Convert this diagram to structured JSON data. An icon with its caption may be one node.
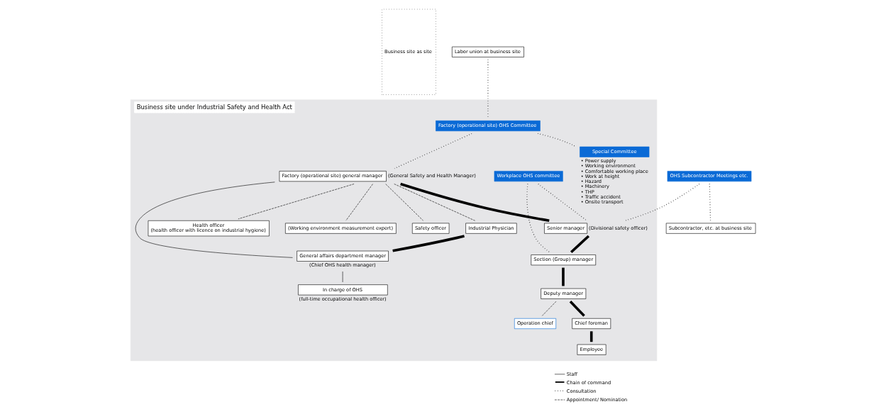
{
  "diagram": {
    "nodes": [
      {
        "text": [
          "Business site as site"
        ]
      },
      {
        "text": [
          "Business site under Industrial Safety and Health Act"
        ]
      },
      {
        "text": [
          "Labor union at business site"
        ]
      },
      {
        "text": [
          "Factory (operational site) OHS Committee"
        ],
        "in": 1
      },
      {
        "text": [
          "Special Committee"
        ],
        "in": 1,
        "beside": [
          "• Power supply",
          "• Working environment",
          "• Comfortable working place",
          "• Work at height",
          "• Hazard",
          "• Machinery",
          "• THP",
          "• Traffic accident",
          "• Onsite transport"
        ]
      },
      {
        "text": [
          "Factory (operational site) general manager"
        ],
        "in": 1,
        "beside": [
          "(General Safety and Health Manager)"
        ]
      },
      {
        "text": [
          "Industrial Physician"
        ],
        "in": 1
      },
      {
        "text": [
          "Health officer",
          "(health officer with licence on industrial hygiene)"
        ],
        "in": 1
      },
      {
        "text": [
          "(Working environment measurement expert)"
        ],
        "in": 1
      },
      {
        "text": [
          "Safety officer"
        ],
        "in": 1
      },
      {
        "text": [
          "General affairs department manager"
        ],
        "in": 1,
        "beside": [
          "(Chief OHS health manager)"
        ]
      },
      {
        "text": [
          "In charge of OHS"
        ],
        "in": 1,
        "beside": [
          "(full-time occupational health officer)"
        ]
      },
      {
        "text": [
          "OHS Subcontractor Meetings etc."
        ]
      },
      {
        "text": [
          "Subcontractor, etc. at business site"
        ]
      },
      {
        "text": [
          "Senior manager"
        ],
        "in": 1,
        "beside": [
          "(Divisional safety officer)"
        ]
      },
      {
        "text": [
          "Workplace OHS committee"
        ],
        "in": 1
      },
      {
        "text": [
          "Section (Group) manager"
        ],
        "in": 1
      },
      {
        "text": [
          "Deputy manager"
        ],
        "in": 1
      },
      {
        "text": [
          "Operation chief"
        ],
        "in": 1
      },
      {
        "text": [
          "Chief foreman"
        ],
        "in": 1
      },
      {
        "text": [
          "Employee"
        ],
        "in": 1
      }
    ],
    "edges": [
      {
        "from": 2,
        "to": 3,
        "arrow": "none",
        "style": "dashed"
      },
      {
        "from": 3,
        "to": 4,
        "arrow": "none",
        "style": "dashed"
      },
      {
        "from": 3,
        "to": 5,
        "arrow": "none",
        "style": "dashed"
      },
      {
        "from": 5,
        "to": 6,
        "arrow": "none",
        "style": "dashed"
      },
      {
        "from": 5,
        "to": 7,
        "arrow": "none",
        "style": "dashed"
      },
      {
        "from": 5,
        "to": 8,
        "arrow": "none",
        "style": "dashed"
      },
      {
        "from": 5,
        "to": 9,
        "arrow": "none",
        "style": "dashed"
      },
      {
        "from": 6,
        "to": 10,
        "arrow": "none",
        "style": "thick"
      },
      {
        "from": 5,
        "to": 10,
        "arrow": "none"
      },
      {
        "from": 10,
        "to": 11,
        "arrow": "none"
      },
      {
        "from": 5,
        "to": 14,
        "arrow": "none",
        "style": "thick"
      },
      {
        "from": 12,
        "to": 14,
        "arrow": "none",
        "style": "dashed"
      },
      {
        "from": 12,
        "to": 13,
        "arrow": "none",
        "style": "dashed"
      },
      {
        "from": 15,
        "to": 14,
        "arrow": "none",
        "style": "dashed"
      },
      {
        "from": 15,
        "to": 16,
        "arrow": "none",
        "style": "dashed"
      },
      {
        "from": 14,
        "to": 16,
        "arrow": "none",
        "style": "thick"
      },
      {
        "from": 16,
        "to": 17,
        "arrow": "none",
        "style": "thick"
      },
      {
        "from": 17,
        "to": 18,
        "arrow": "none",
        "style": "dashed"
      },
      {
        "from": 17,
        "to": 19,
        "arrow": "none",
        "style": "thick"
      },
      {
        "from": 19,
        "to": 20,
        "arrow": "none",
        "style": "thick"
      }
    ],
    "legend": [
      {
        "text": "Staff"
      },
      {
        "text": "Chain of command"
      },
      {
        "text": "Consultation"
      },
      {
        "text": "Appointment/ Nomination"
      }
    ]
  }
}
